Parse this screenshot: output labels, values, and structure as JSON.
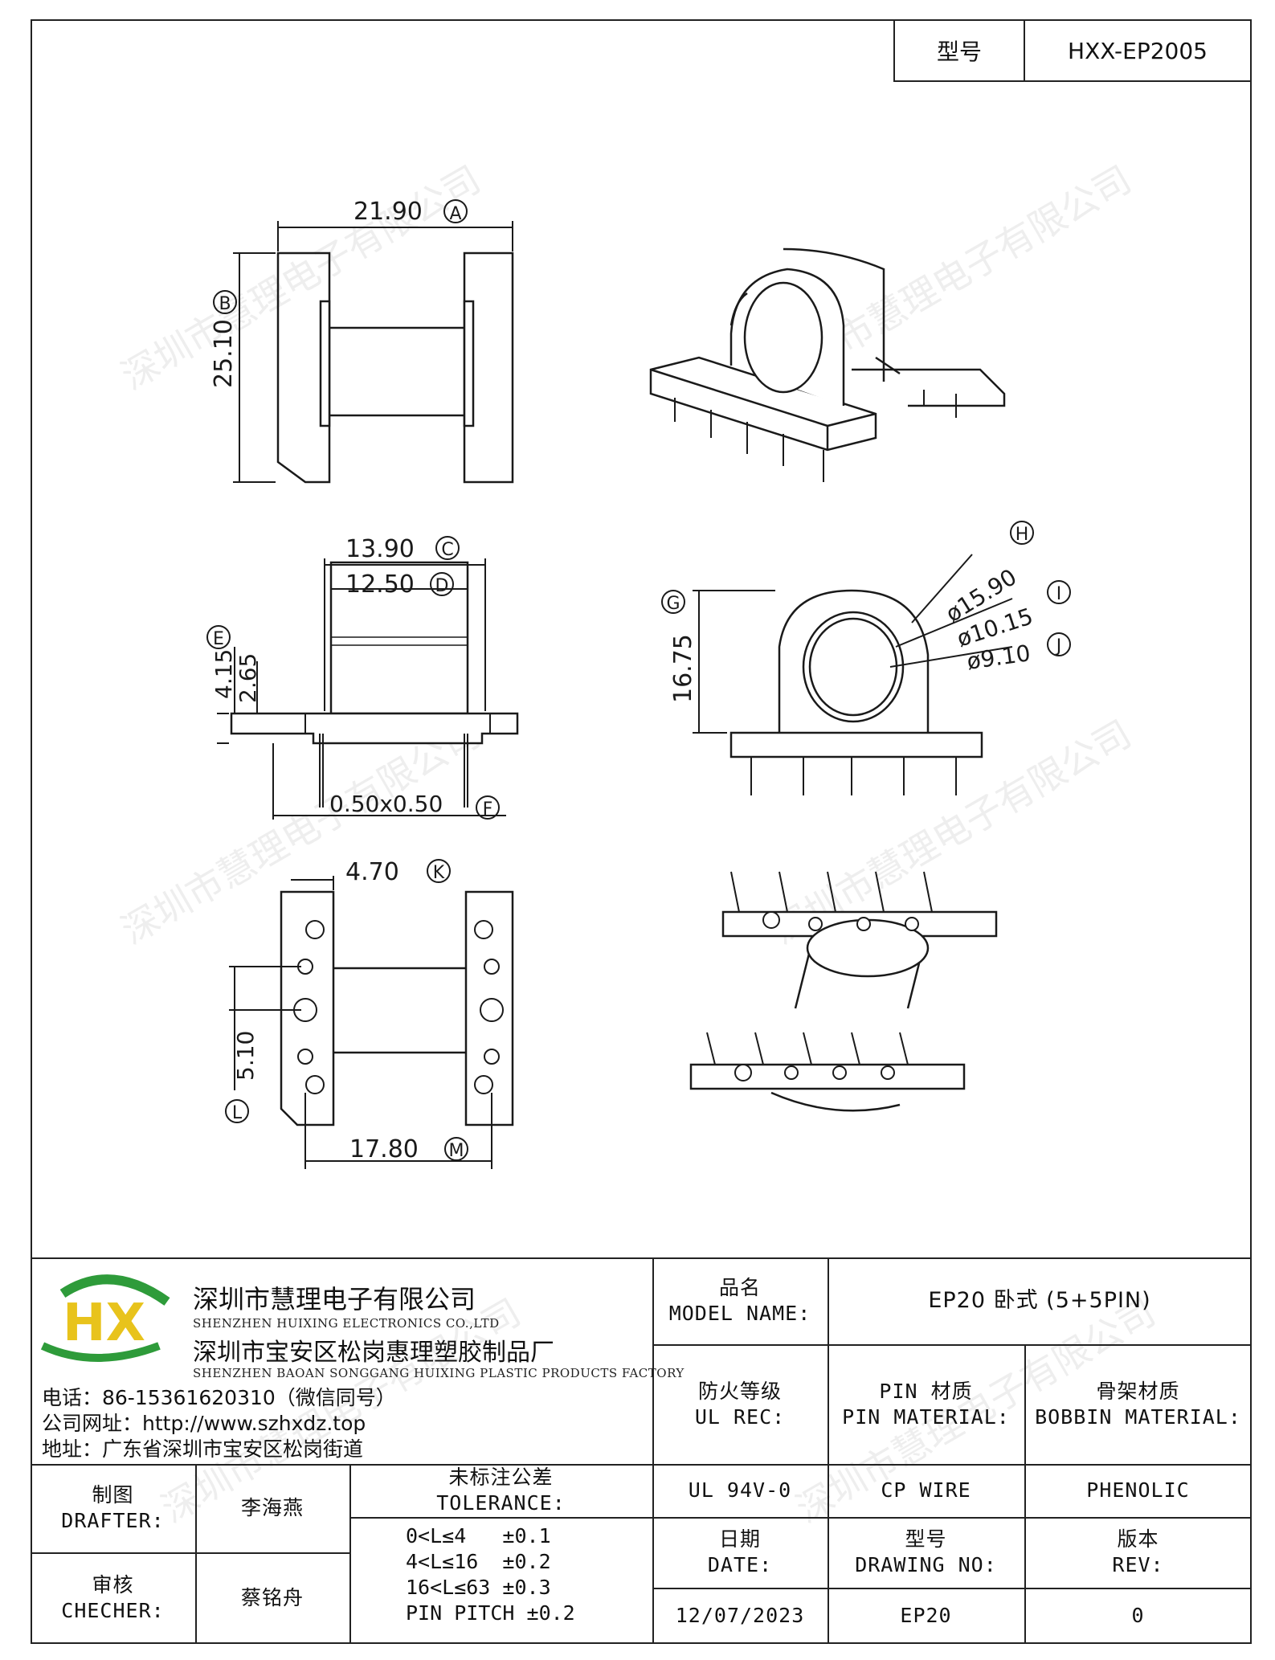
{
  "header": {
    "model_label": "型号",
    "model_value": "HXX-EP2005"
  },
  "dimensions": {
    "A": "21.90",
    "B": "25.10",
    "C": "13.90",
    "D": "12.50",
    "E": "4.15",
    "E2": "2.65",
    "F": "0.50x0.50",
    "G": "16.75",
    "H": "ø15.90",
    "I": "ø10.15",
    "J": "ø9.10",
    "K": "4.70",
    "L": "5.10",
    "M": "17.80"
  },
  "markers": [
    "A",
    "B",
    "C",
    "D",
    "E",
    "F",
    "G",
    "H",
    "I",
    "J",
    "K",
    "L",
    "M"
  ],
  "watermark": "深圳市慧理电子有限公司",
  "company": {
    "name_cn": "深圳市慧理电子有限公司",
    "name_en": "SHENZHEN HUIXING ELECTRONICS CO.,LTD",
    "factory_cn": "深圳市宝安区松岗惠理塑胶制品厂",
    "factory_en": "SHENZHEN BAOAN SONGGANG HUIXING PLASTIC PRODUCTS FACTORY",
    "phone": "电话：86-15361620310（微信同号）",
    "website": "公司网址：http://www.szhxdz.top",
    "address": "地址：广东省深圳市宝安区松岗街道",
    "logo_text": "HX",
    "logo_colors": {
      "green": "#2e9b3a",
      "yellow": "#e8c31c"
    }
  },
  "title_block": {
    "model_name_label_cn": "品名",
    "model_name_label_en": "MODEL NAME:",
    "model_name_value": "EP20 卧式 (5+5PIN)",
    "ul_label_cn": "防火等级",
    "ul_label_en": "UL REC:",
    "pin_label_cn": "PIN 材质",
    "pin_label_en": "PIN MATERIAL:",
    "bobbin_label_cn": "骨架材质",
    "bobbin_label_en": "BOBBIN MATERIAL:",
    "ul_value": "UL 94V-0",
    "pin_value": "CP WIRE",
    "bobbin_value": "PHENOLIC",
    "date_label_cn": "日期",
    "date_label_en": "DATE:",
    "drawing_label_cn": "型号",
    "drawing_label_en": "DRAWING NO:",
    "rev_label_cn": "版本",
    "rev_label_en": "REV:",
    "date_value": "12/07/2023",
    "drawing_value": "EP20",
    "rev_value": "0",
    "drafter_label_cn": "制图",
    "drafter_label_en": "DRAFTER:",
    "drafter_value": "李海燕",
    "checker_label_cn": "审核",
    "checker_label_en": "CHECHER:",
    "checker_value": "蔡铭舟",
    "tolerance_label_cn": "未标注公差",
    "tolerance_label_en": "TOLERANCE:",
    "tolerances": [
      "0<L≤4   ±0.1",
      "4<L≤16  ±0.2",
      "16<L≤63 ±0.3",
      "PIN PITCH ±0.2"
    ]
  }
}
